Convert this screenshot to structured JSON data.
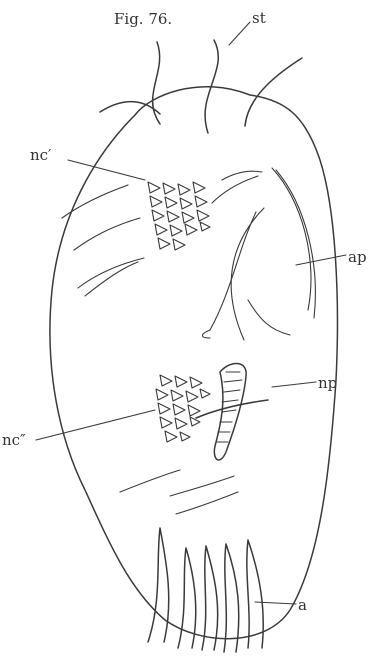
{
  "figure": {
    "title": "Fig. 76.",
    "labels": {
      "st": "st",
      "nc_prime": "nc′",
      "ap": "ap",
      "np": "np",
      "nc_double_prime": "nc″",
      "a": "a"
    }
  }
}
